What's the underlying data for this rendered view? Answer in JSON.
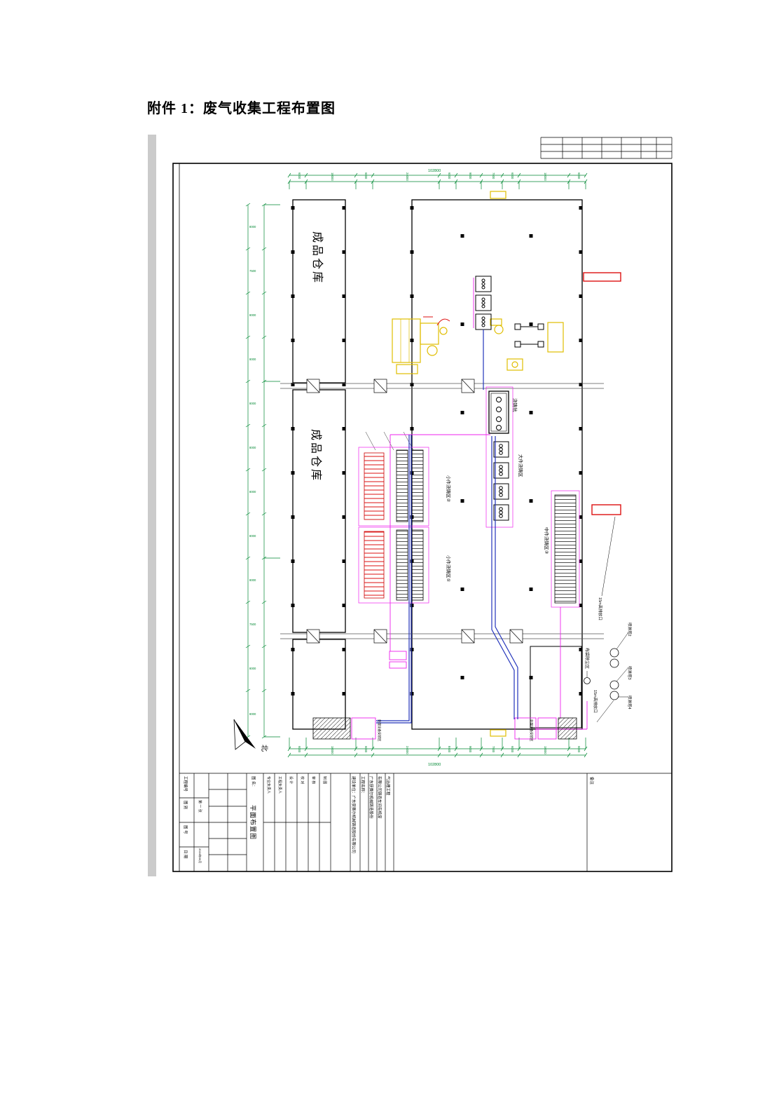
{
  "page": {
    "heading": "附件 1：废气收集工程布置图"
  },
  "colors": {
    "dimension_green": "#008833",
    "duct_blue": "#2233bb",
    "duct_magenta": "#ee22ee",
    "equipment_yellow": "#e0bd00",
    "exhaust_red": "#dd1111",
    "line_black": "#000000"
  },
  "drawing": {
    "labels": {
      "warehouse1": "成品仓库",
      "warehouse2": "成品仓库",
      "casting_pit": "浇铸坑",
      "large_casting": "大件浇铸区",
      "small_casting_2": "小件浇铸区②",
      "small_casting_1": "小件浇铸区①",
      "medium_casting_3": "中件浇铸区③",
      "bag_filter": "布袋除尘区",
      "outlet_15m_a": "15m高排放口",
      "outlet_15m_b": "15m高排放口",
      "spray_tower_2": "喷淋塔2",
      "spray_tower_3": "喷淋塔3",
      "spray_tower_4": "喷淋塔4",
      "equip_area_left": "处理设备安装区",
      "equip_area_right": "处理设备安装区",
      "north": "北"
    },
    "dims": {
      "top_total": "102800",
      "bottom_total": "102800",
      "top": [
        "6000",
        "18000",
        "6000",
        "24000",
        "6000",
        "9000",
        "7500",
        "6000",
        "18000",
        "6000"
      ],
      "bottom": [
        "6000",
        "18000",
        "6000",
        "24000",
        "8400",
        "9000",
        "7500",
        "6000",
        "18000",
        "6000"
      ],
      "left": [
        "8000",
        "7500",
        "8000",
        "8000",
        "8000",
        "8000",
        "8000",
        "8000",
        "8000",
        "7500",
        "8000",
        "8000"
      ]
    },
    "title_block": {
      "project_no_label": "工程编号",
      "fig_type_label": "图 别",
      "fig_no_label": "图 号",
      "date_label": "日 期",
      "date_value": "2024年06月",
      "sheet_value": "第 一 张",
      "fig_name_label": "图 名：",
      "fig_name": "平面布置图",
      "roles": [
        "专业负责人",
        "工程负责人",
        "设 计",
        "校 对",
        "审 核",
        "制 图"
      ],
      "build_unit": "建设单位：广东获赛尔机械铸造股份有限公司",
      "project_name_label": "工程名称：",
      "project_name_l1": "广东获赛尔机械铸造股份",
      "project_name_l2": "有限公司铸造车间有机废",
      "project_name_l3": "气治理工程",
      "note_label": "备注"
    }
  }
}
